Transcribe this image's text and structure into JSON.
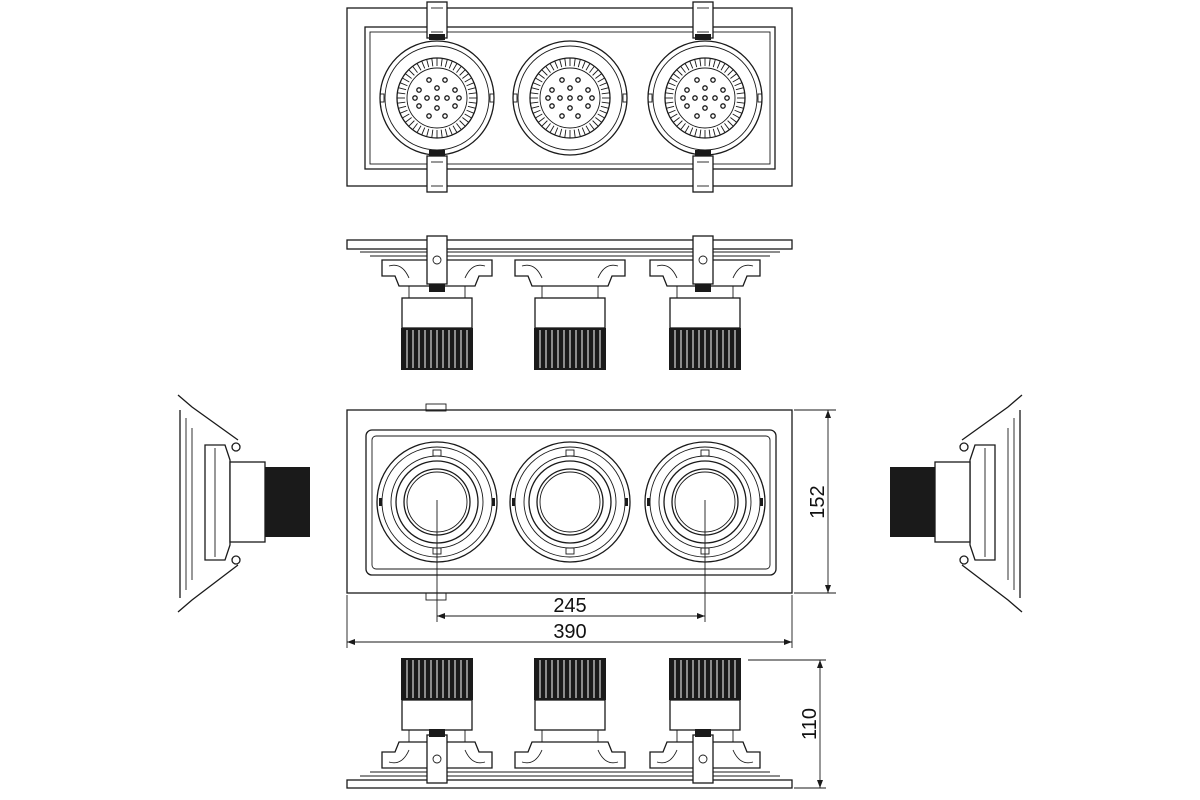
{
  "dimensions": {
    "overall_length": "390",
    "lamp_spacing": "245",
    "width": "152",
    "height": "110"
  }
}
